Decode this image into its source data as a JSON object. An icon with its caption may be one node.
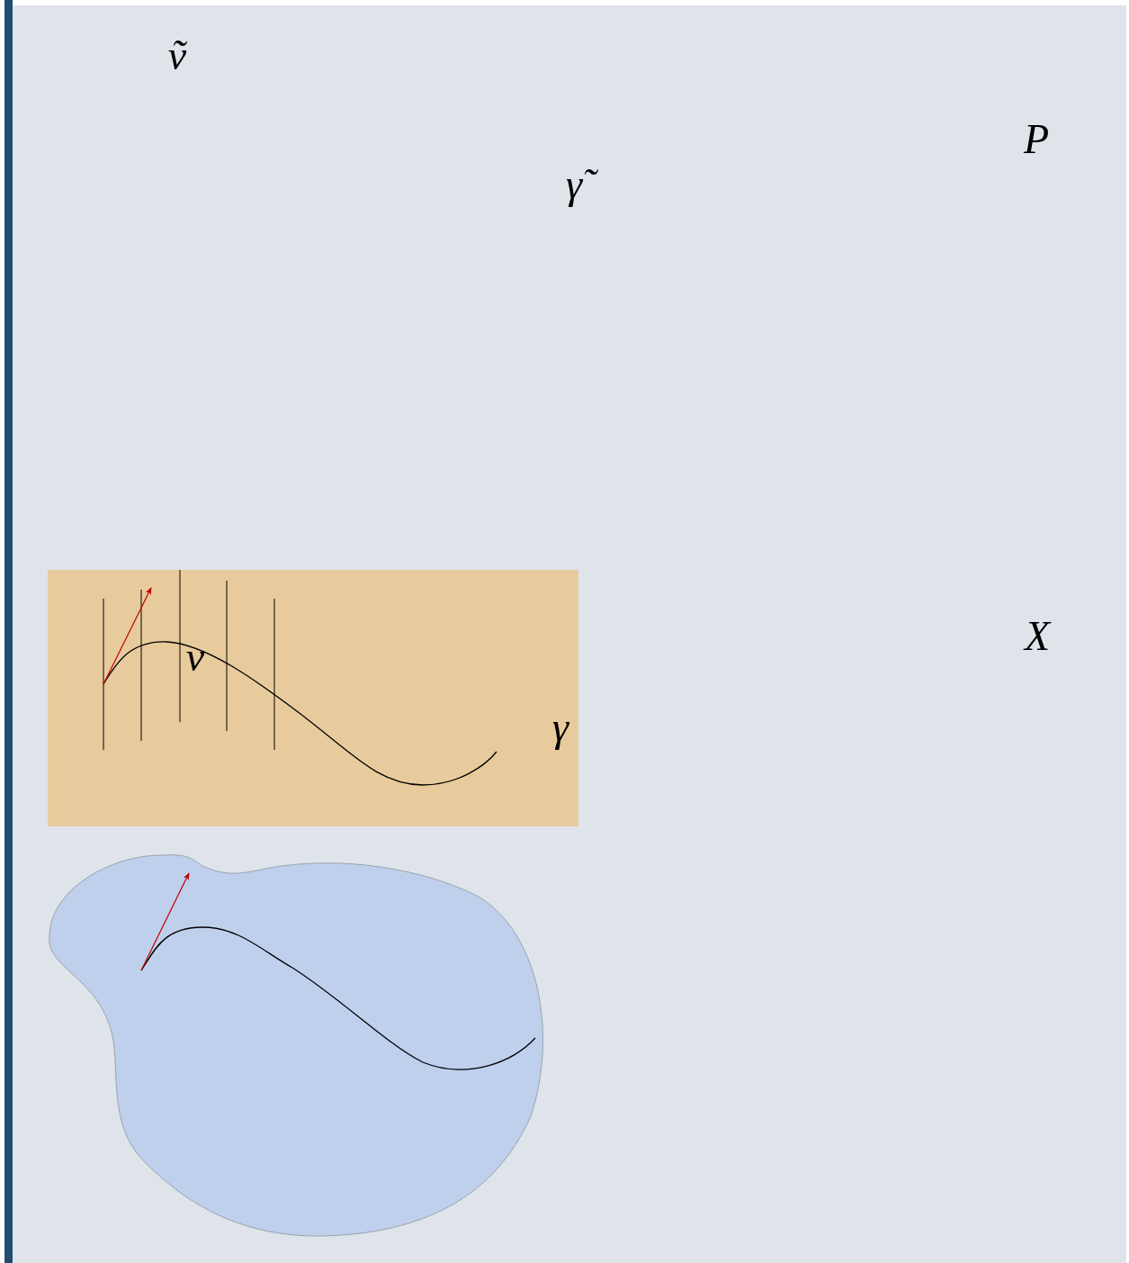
{
  "diagram": {
    "labels": [
      "ṽ",
      "γ̃",
      "P",
      "X",
      "v",
      "γ"
    ]
  }
}
